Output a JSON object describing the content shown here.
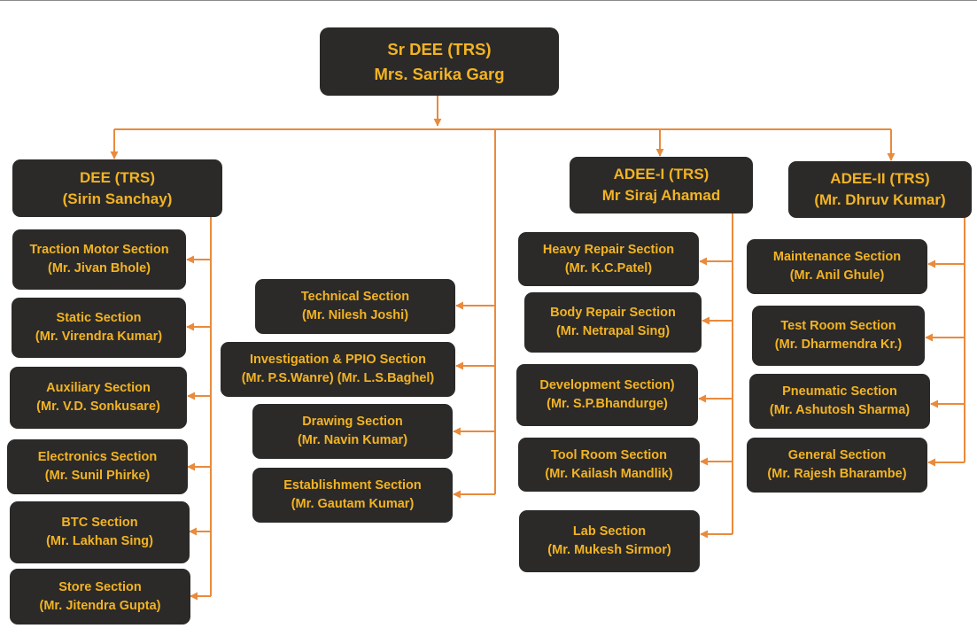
{
  "chart_data": {
    "type": "org-chart",
    "root": {
      "title": "Sr DEE (TRS)",
      "name": "Mrs. Sarika Garg"
    },
    "branches": [
      {
        "id": "dee",
        "title": "DEE (TRS)",
        "name": "(Sirin Sanchay)",
        "sections": [
          {
            "title": "Traction Motor Section",
            "name": "(Mr. Jivan Bhole)"
          },
          {
            "title": "Static Section",
            "name": "(Mr. Virendra Kumar)"
          },
          {
            "title": "Auxiliary Section",
            "name": "(Mr. V.D. Sonkusare)"
          },
          {
            "title": "Electronics Section",
            "name": "(Mr. Sunil Phirke)"
          },
          {
            "title": "BTC Section",
            "name": "(Mr. Lakhan Sing)"
          },
          {
            "title": "Store Section",
            "name": "(Mr. Jitendra Gupta)"
          }
        ]
      },
      {
        "id": "direct",
        "sections": [
          {
            "title": "Technical Section",
            "name": "(Mr. Nilesh Joshi)"
          },
          {
            "title": "Investigation & PPIO Section",
            "name": "(Mr. P.S.Wanre) (Mr. L.S.Baghel)"
          },
          {
            "title": "Drawing Section",
            "name": "(Mr. Navin Kumar)"
          },
          {
            "title": "Establishment Section",
            "name": "(Mr. Gautam Kumar)"
          }
        ]
      },
      {
        "id": "adee1",
        "title": "ADEE-I (TRS)",
        "name": "Mr Siraj Ahamad",
        "sections": [
          {
            "title": "Heavy Repair Section",
            "name": "(Mr. K.C.Patel)"
          },
          {
            "title": "Body Repair Section",
            "name": "(Mr. Netrapal Sing)"
          },
          {
            "title": "Development Section)",
            "name": "(Mr. S.P.Bhandurge)"
          },
          {
            "title": "Tool Room Section",
            "name": "(Mr. Kailash Mandlik)"
          },
          {
            "title": "Lab Section",
            "name": "(Mr. Mukesh Sirmor)"
          }
        ]
      },
      {
        "id": "adee2",
        "title": "ADEE-II (TRS)",
        "name": "(Mr. Dhruv Kumar)",
        "sections": [
          {
            "title": "Maintenance Section",
            "name": "(Mr. Anil Ghule)"
          },
          {
            "title": "Test Room Section",
            "name": "(Mr. Dharmendra Kr.)"
          },
          {
            "title": "Pneumatic Section",
            "name": "(Mr. Ashutosh Sharma)"
          },
          {
            "title": "General Section",
            "name": "(Mr. Rajesh Bharambe)"
          }
        ]
      }
    ]
  },
  "colors": {
    "box": "#2b2a29",
    "text": "#f3b323",
    "connector": "#e98a3c"
  }
}
